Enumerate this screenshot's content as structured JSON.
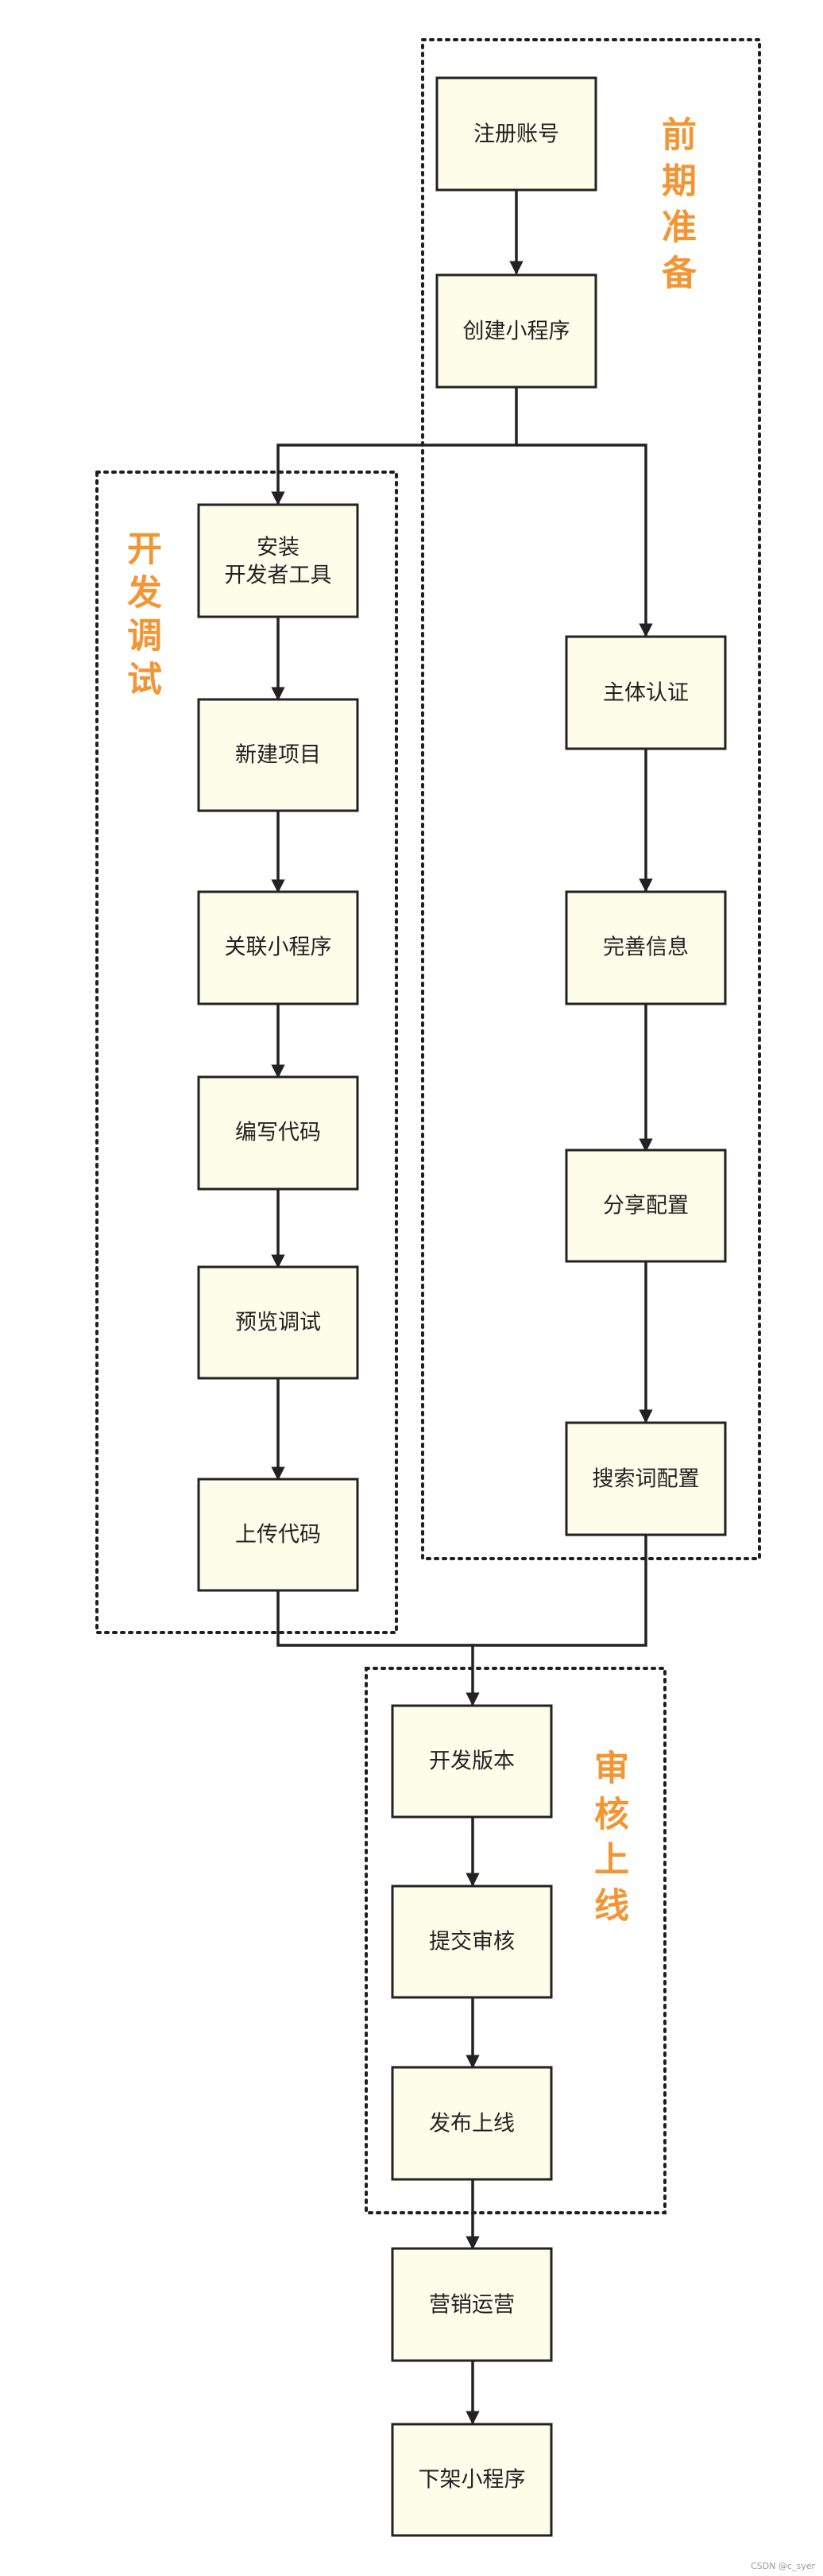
{
  "groups": {
    "prep": {
      "label": [
        "前",
        "期",
        "准",
        "备"
      ]
    },
    "dev": {
      "label": [
        "开",
        "发",
        "调",
        "试"
      ]
    },
    "review": {
      "label": [
        "审",
        "核",
        "上",
        "线"
      ]
    }
  },
  "nodes": {
    "register": [
      "注册账号"
    ],
    "create": [
      "创建小程序"
    ],
    "install": [
      "安装",
      "开发者工具"
    ],
    "new_project": [
      "新建项目"
    ],
    "link": [
      "关联小程序"
    ],
    "code": [
      "编写代码"
    ],
    "preview": [
      "预览调试"
    ],
    "upload": [
      "上传代码"
    ],
    "auth": [
      "主体认证"
    ],
    "info": [
      "完善信息"
    ],
    "share": [
      "分享配置"
    ],
    "search": [
      "搜索词配置"
    ],
    "dev_version": [
      "开发版本"
    ],
    "submit": [
      "提交审核"
    ],
    "publish": [
      "发布上线"
    ],
    "marketing": [
      "营销运营"
    ],
    "remove": [
      "下架小程序"
    ]
  },
  "watermark": "CSDN @c_syer"
}
